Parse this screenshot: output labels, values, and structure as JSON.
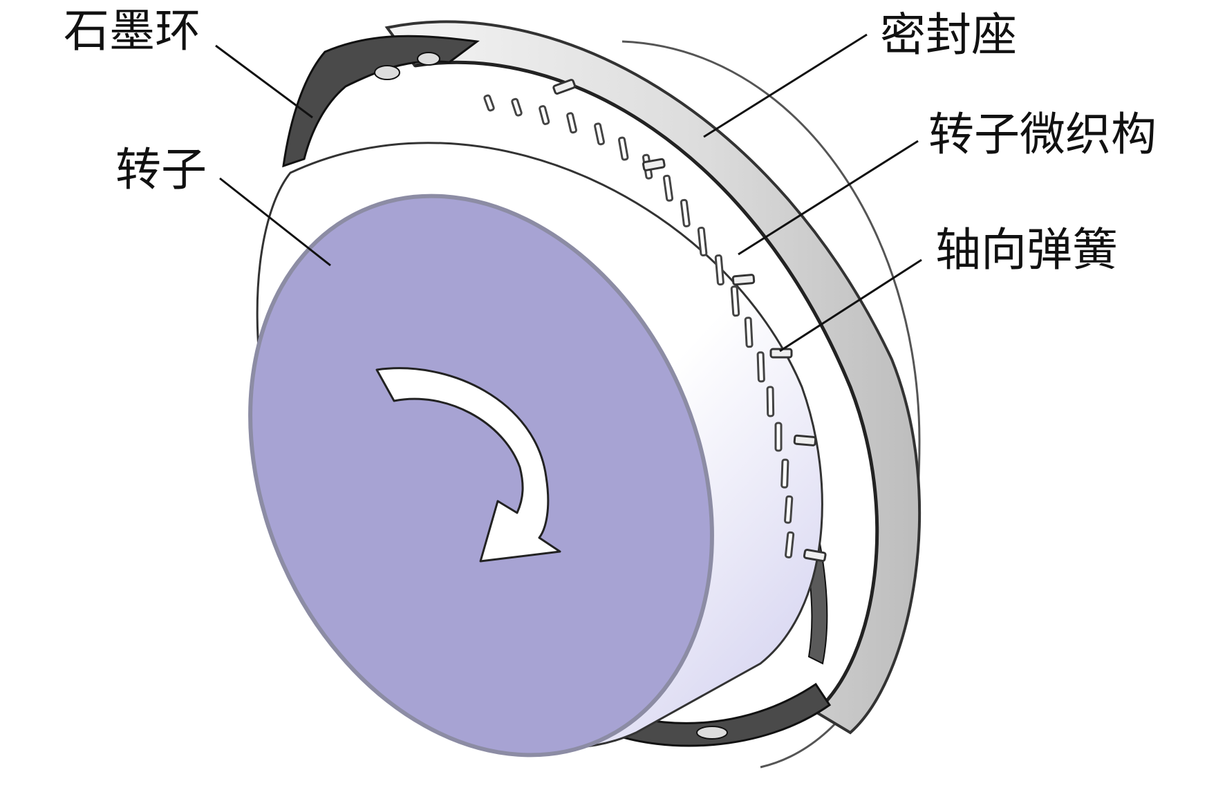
{
  "labels": {
    "graphite_ring": "石墨环",
    "seal_seat": "密封座",
    "rotor": "转子",
    "rotor_microtexture": "转子微织构",
    "axial_spring": "轴向弹簧"
  },
  "colors": {
    "rotor_face": "#a7a3d3",
    "rotor_face_edge": "#c8c7d8",
    "cylinder_light": "#ffffff",
    "cylinder_shade": "#d3d2ee",
    "seal_seat_band": "#e3e3e3",
    "graphite_dark": "#3c3c3c",
    "leader_line": "#111111",
    "rotation_arrow": "#ffffff"
  },
  "icons": {
    "rotation_arrow": "curved-arrow-clockwise-icon"
  }
}
